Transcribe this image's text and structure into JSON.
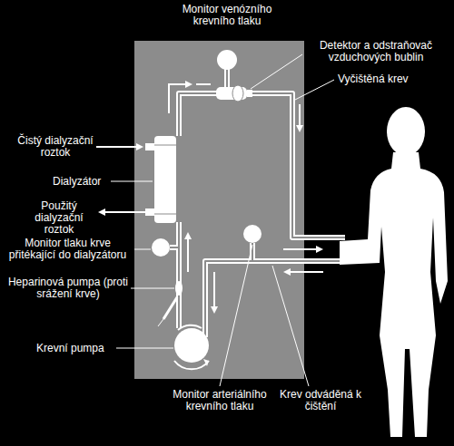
{
  "diagram": {
    "labels": [
      "Monitor venózního krevního tlaku",
      "Detektor a odstraňovač vzduchových bublin",
      "Vyčištěná krev",
      "Čistý dialyzační roztok",
      "Dialyzátor",
      "Použitý dialyzační roztok",
      "Monitor tlaku krve přitékající do dialyzátoru",
      "Heparinová pumpa (proti srážení krve)",
      "Krevní pumpa",
      "Monitor arteriálního krevního tlaku",
      "Krev odváděná k čištění"
    ]
  }
}
